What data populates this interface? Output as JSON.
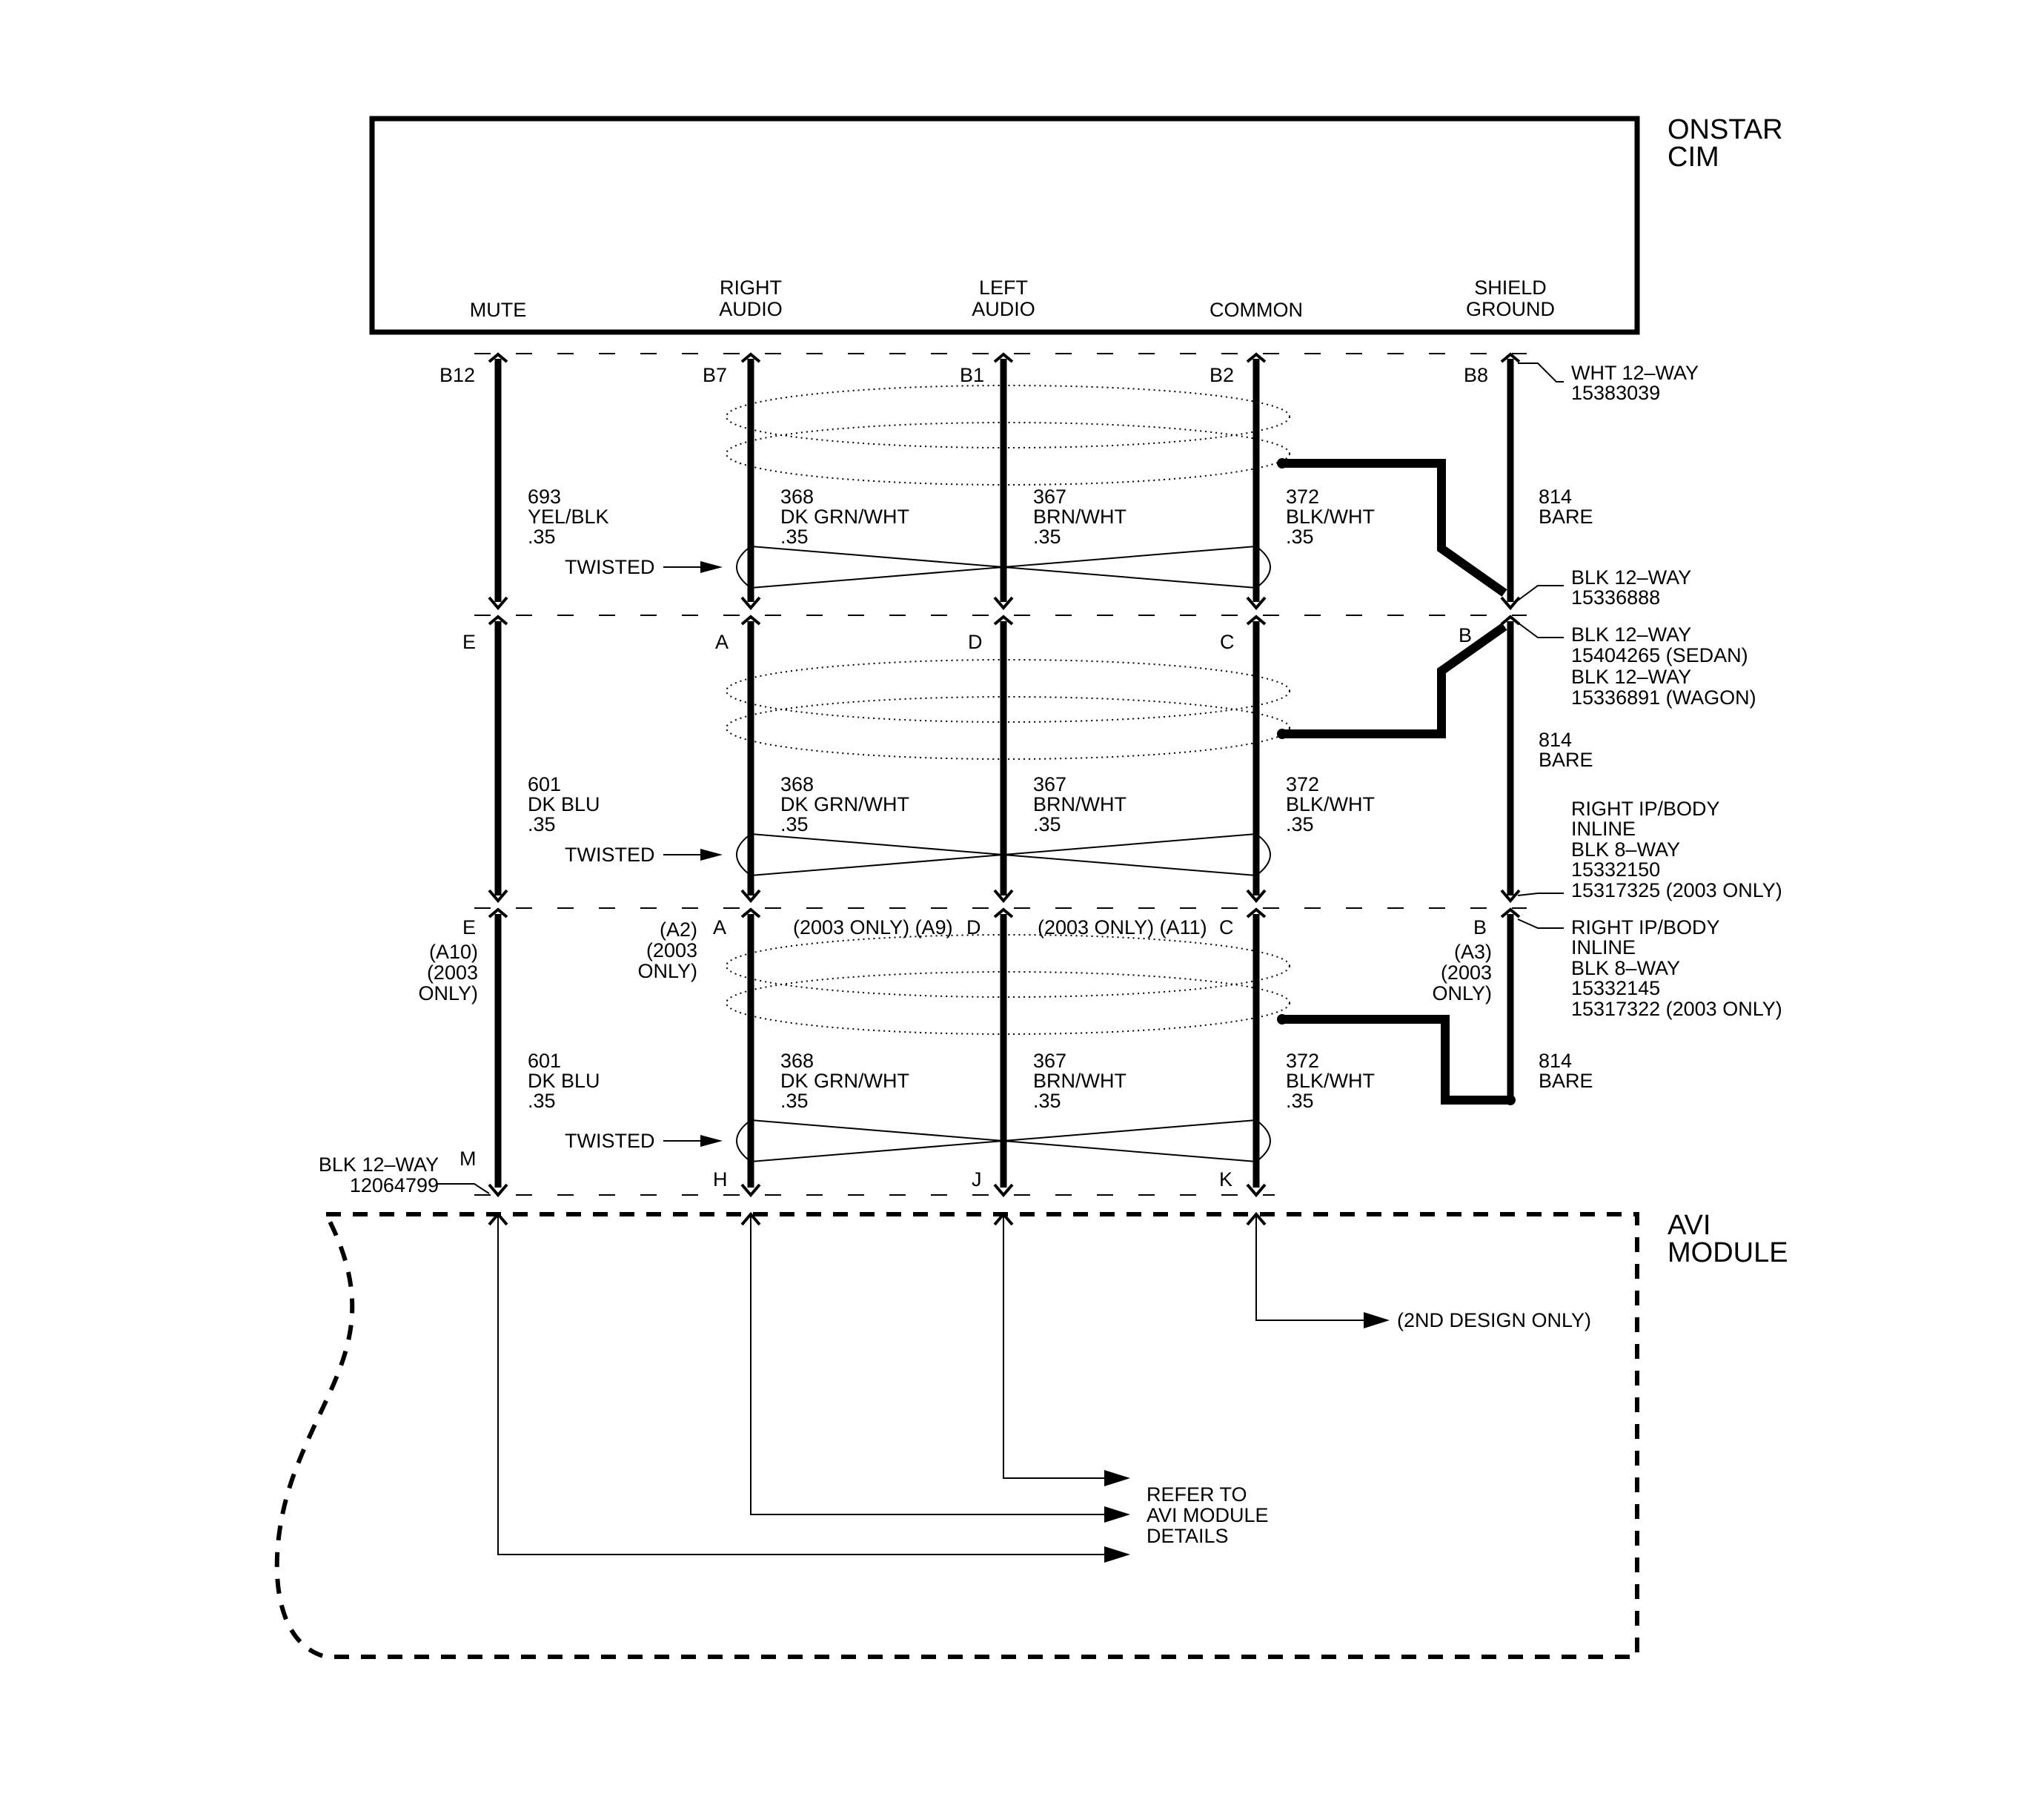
{
  "cim": {
    "title_line1": "ONSTAR",
    "title_line2": "CIM",
    "pins": {
      "mute": "MUTE",
      "right_audio": [
        "RIGHT",
        "AUDIO"
      ],
      "left_audio": [
        "LEFT",
        "AUDIO"
      ],
      "common": "COMMON",
      "shield_ground": [
        "SHIELD",
        "GROUND"
      ]
    }
  },
  "avi": {
    "title_line1": "AVI",
    "title_line2": "MODULE"
  },
  "connectors": {
    "c1": {
      "name": "WHT 12–WAY",
      "part": "15383039"
    },
    "c2": {
      "name": "BLK 12–WAY",
      "part": "15336888"
    },
    "c3": {
      "name1": "BLK 12–WAY",
      "part1": "15404265 (SEDAN)",
      "name2": "BLK 12–WAY",
      "part2": "15336891 (WAGON)"
    },
    "c4": {
      "line1": "RIGHT IP/BODY",
      "line2": "INLINE",
      "line3": "BLK 8–WAY",
      "line4": "15332150",
      "line5": "15317325 (2003 ONLY)"
    },
    "c5": {
      "line1": "RIGHT IP/BODY",
      "line2": "INLINE",
      "line3": "BLK 8–WAY",
      "line4": "15332145",
      "line5": "15317322 (2003 ONLY)"
    },
    "c6": {
      "name": "BLK 12–WAY",
      "part": "12064799"
    }
  },
  "pins": {
    "row1": [
      "B12",
      "B7",
      "B1",
      "B2",
      "B8"
    ],
    "row2": [
      "E",
      "A",
      "D",
      "C",
      "B"
    ],
    "row3": [
      "E",
      "A",
      "D",
      "C",
      "B"
    ],
    "row4": [
      "M",
      "H",
      "J",
      "K"
    ]
  },
  "row3_notes": {
    "mute": [
      "(A10)",
      "(2003",
      "ONLY)"
    ],
    "right": [
      "(A2)",
      "(2003",
      "ONLY)"
    ],
    "left": "(2003 ONLY) (A9)",
    "common": "(2003 ONLY) (A11)",
    "shield": [
      "(A3)",
      "(2003",
      "ONLY)"
    ]
  },
  "wires": {
    "seg1": {
      "mute": [
        "693",
        "YEL/BLK",
        ".35"
      ],
      "right": [
        "368",
        "DK GRN/WHT",
        ".35"
      ],
      "left": [
        "367",
        "BRN/WHT",
        ".35"
      ],
      "common": [
        "372",
        "BLK/WHT",
        ".35"
      ],
      "shield": [
        "814",
        "BARE"
      ]
    },
    "seg2": {
      "mute": [
        "601",
        "DK BLU",
        ".35"
      ],
      "right": [
        "368",
        "DK GRN/WHT",
        ".35"
      ],
      "left": [
        "367",
        "BRN/WHT",
        ".35"
      ],
      "common": [
        "372",
        "BLK/WHT",
        ".35"
      ],
      "shield": [
        "814",
        "BARE"
      ]
    },
    "seg3": {
      "mute": [
        "601",
        "DK BLU",
        ".35"
      ],
      "right": [
        "368",
        "DK GRN/WHT",
        ".35"
      ],
      "left": [
        "367",
        "BRN/WHT",
        ".35"
      ],
      "common": [
        "372",
        "BLK/WHT",
        ".35"
      ],
      "shield": [
        "814",
        "BARE"
      ]
    }
  },
  "twisted_label": "TWISTED",
  "notes": {
    "second_design": "(2ND DESIGN ONLY)",
    "refer": [
      "REFER TO",
      "AVI MODULE",
      "DETAILS"
    ]
  }
}
